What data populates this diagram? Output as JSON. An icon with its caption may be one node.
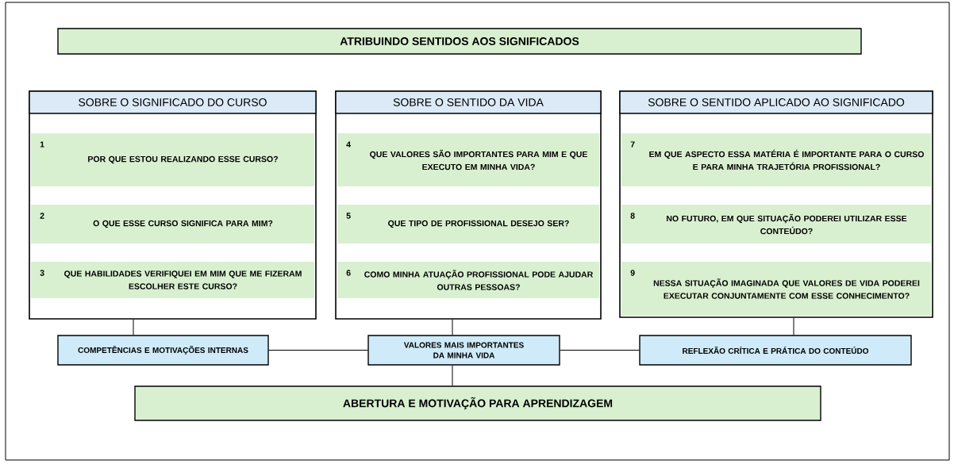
{
  "diagram": {
    "nodes": [
      {
        "text": [
          "ATRIBUINDO SENTIDOS AOS SIGNIFICADOS"
        ]
      },
      {
        "text": [
          "SOBRE O SIGNIFICADO DO CURSO"
        ]
      },
      {
        "text": [
          "1",
          "POR QUE ESTOU REALIZANDO ESSE CURSO?"
        ],
        "in": 1
      },
      {
        "text": [
          "2",
          "O QUE ESSE CURSO SIGNIFICA PARA MIM?"
        ],
        "in": 1
      },
      {
        "text": [
          "3",
          "QUE HABILIDADES VERIFIQUEI EM MIM QUE ME FIZERAM ESCOLHER ESTE CURSO?"
        ],
        "in": 1
      },
      {
        "text": [
          "SOBRE O SENTIDO DA VIDA"
        ]
      },
      {
        "text": [
          "4",
          "QUE VALORES SÃO IMPORTANTES PARA MIM E QUE EXECUTO EM MINHA VIDA?"
        ],
        "in": 5
      },
      {
        "text": [
          "5",
          "QUE TIPO DE PROFISSIONAL DESEJO SER?"
        ],
        "in": 5
      },
      {
        "text": [
          "6",
          "COMO MINHA ATUAÇÃO PROFISSIONAL PODE AJUDAR OUTRAS PESSOAS?"
        ],
        "in": 5
      },
      {
        "text": [
          "SOBRE O SENTIDO APLICADO AO SIGNIFICADO"
        ]
      },
      {
        "text": [
          "7",
          "EM QUE ASPECTO ESSA MATÉRIA É IMPORTANTE PARA O CURSO E PARA MINHA TRAJETÓRIA PROFISSIONAL?"
        ],
        "in": 9
      },
      {
        "text": [
          "8",
          "NO FUTURO, EM QUE SITUAÇÃO PODEREI UTILIZAR ESSE CONTEÚDO?"
        ],
        "in": 9
      },
      {
        "text": [
          "9",
          "NESSA SITUAÇÃO IMAGINADA QUE VALORES DE VIDA PODEREI EXECUTAR CONJUNTAMENTE COM ESSE CONHECIMENTO?"
        ],
        "in": 9
      },
      {
        "text": [
          "COMPETÊNCIAS E MOTIVAÇÕES INTERNAS"
        ]
      },
      {
        "text": [
          "VALORES MAIS IMPORTANTES DA MINHA VIDA"
        ]
      },
      {
        "text": [
          "REFLEXÃO CRÍTICA E PRÁTICA DO CONTEÚDO"
        ]
      },
      {
        "text": [
          "ABERTURA E MOTIVAÇÃO PARA APRENDIZAGEM"
        ]
      }
    ],
    "edges": [
      {
        "from": 1,
        "to": 13,
        "arrow": "none"
      },
      {
        "from": 5,
        "to": 14,
        "arrow": "none"
      },
      {
        "from": 9,
        "to": 15,
        "arrow": "none"
      },
      {
        "from": 13,
        "to": 14,
        "arrow": "none"
      },
      {
        "from": 14,
        "to": 15,
        "arrow": "none"
      },
      {
        "from": 14,
        "to": 16,
        "arrow": "none"
      }
    ]
  }
}
